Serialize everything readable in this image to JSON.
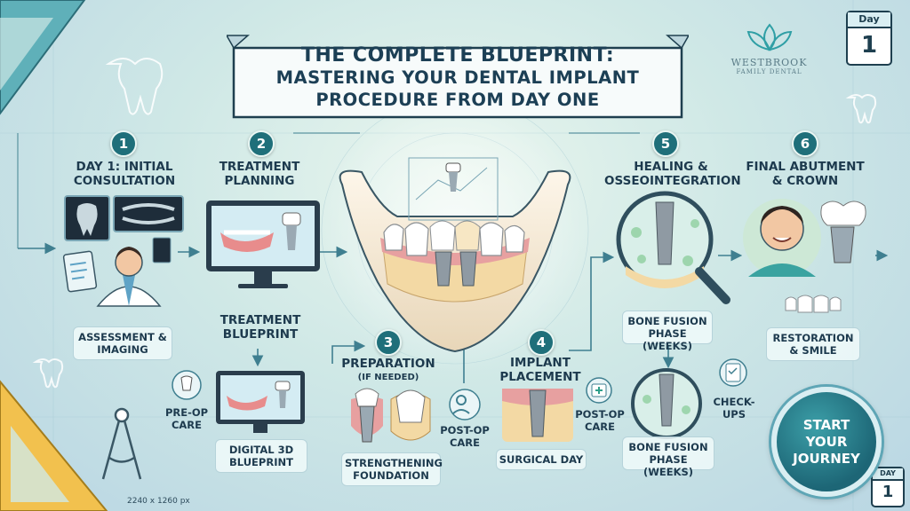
{
  "title": {
    "line1": "THE COMPLETE BLUEPRINT:",
    "line2": "MASTERING YOUR DENTAL IMPLANT",
    "line3": "PROCEDURE FROM DAY ONE"
  },
  "logo": {
    "name": "WESTBROOK",
    "sub": "FAMILY DENTAL"
  },
  "calendar_top": {
    "label": "Day",
    "number": "1"
  },
  "calendar_bottom": {
    "label": "DAY",
    "number": "1"
  },
  "steps": [
    {
      "number": "1",
      "title": "DAY 1: INITIAL CONSULTATION",
      "caption": "ASSESSMENT & IMAGING"
    },
    {
      "number": "2",
      "title": "TREATMENT PLANNING",
      "caption": "TREATMENT BLUEPRINT"
    },
    {
      "number": "3",
      "title": "PREPARATION",
      "subtitle": "(IF NEEDED)",
      "caption": "STRENGTHENING FOUNDATION"
    },
    {
      "number": "4",
      "title": "IMPLANT PLACEMENT",
      "caption": "SURGICAL DAY"
    },
    {
      "number": "5",
      "title": "HEALING & OSSEOINTEGRATION",
      "caption": "BONE FUSION PHASE (WEEKS)"
    },
    {
      "number": "6",
      "title": "FINAL ABUTMENT & CROWN",
      "caption": "RESTORATION & SMILE"
    }
  ],
  "side_labels": {
    "preop": "PRE-OP CARE",
    "digital": "DIGITAL 3D BLUEPRINT",
    "postop_center": "POST-OP CARE",
    "postop_right": "POST-OP CARE",
    "bone_fusion_2": "BONE FUSION PHASE (WEEKS)",
    "checkups": "CHECK-UPS"
  },
  "cta": {
    "label": "START YOUR JOURNEY"
  },
  "dimensions": "2240 x 1260 px",
  "colors": {
    "accent": "#1f6f7a",
    "ink": "#1d3a4e",
    "gum": "#e7a0a0",
    "bone": "#f1dcae"
  }
}
